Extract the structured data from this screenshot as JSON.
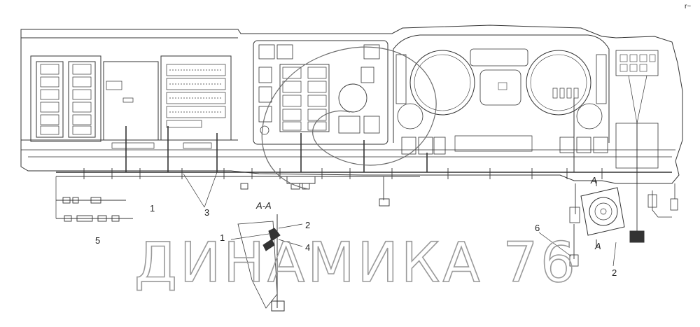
{
  "diagram": {
    "callouts": {
      "c1": "1",
      "c3": "3",
      "c5": "5",
      "c6": "6",
      "c2_right": "2",
      "c1_section": "1",
      "c2_section": "2",
      "c4_section": "4",
      "corner": "r~"
    },
    "section_marks": {
      "title": "A-A",
      "top": "A",
      "bottom": "A"
    }
  },
  "watermark": {
    "text": "ДИНАМИКА 76"
  }
}
